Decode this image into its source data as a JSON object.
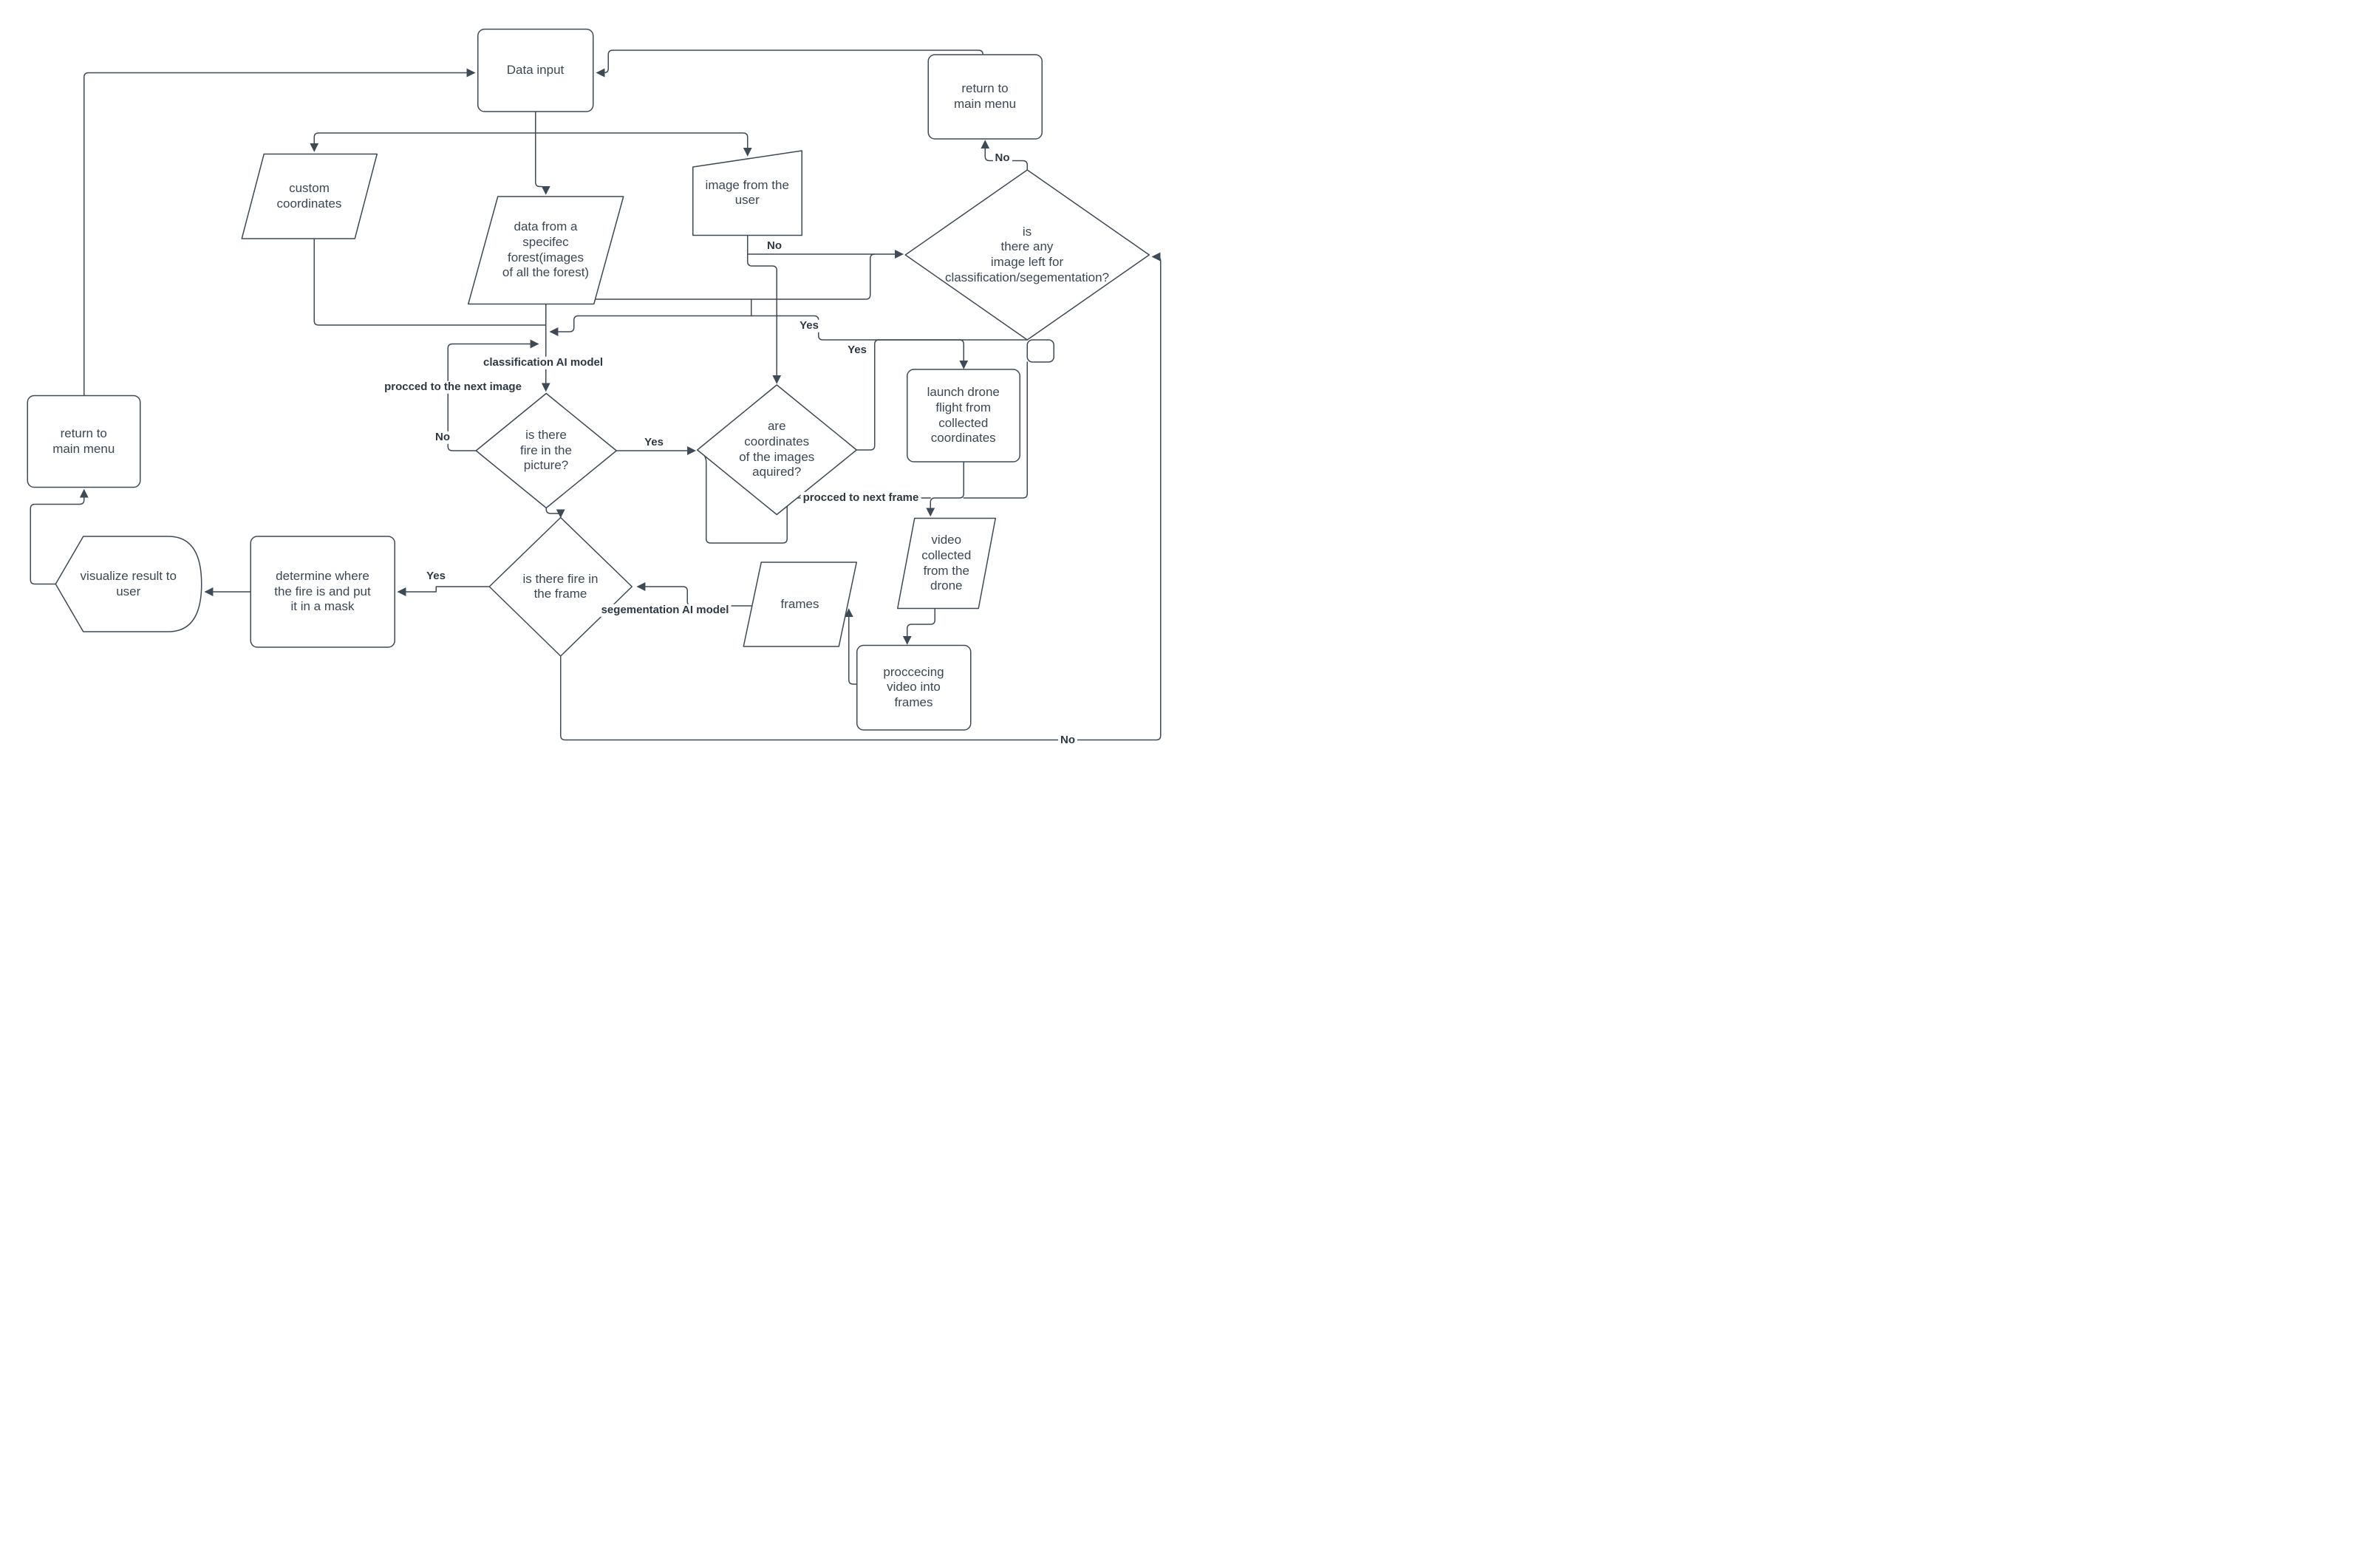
{
  "diagram": {
    "nodes": {
      "data_input": {
        "label": "Data input"
      },
      "custom_coordinates": {
        "label": "custom\ncoordinates"
      },
      "data_forest": {
        "label": "data from a\nspecifec\nforest(images\nof all the forest)"
      },
      "image_user": {
        "label": "image from the\nuser"
      },
      "return_top": {
        "label": "return to\nmain menu"
      },
      "big_question": {
        "label": "is\nthere any\nimage left for\nclassification/segementation?"
      },
      "fire_picture": {
        "label": "is there\nfire in the\npicture?"
      },
      "are_coordinates": {
        "label": "are\ncoordinates\nof the images\naquired?"
      },
      "launch_drone": {
        "label": "launch drone\nflight from\ncollected\ncoordinates"
      },
      "video_collected": {
        "label": "video\ncollected\nfrom the\ndrone"
      },
      "proccecing_video": {
        "label": "proccecing\nvideo into\nframes"
      },
      "frames": {
        "label": "frames"
      },
      "fire_frame": {
        "label": "is there fire in\nthe frame"
      },
      "determine_mask": {
        "label": "determine where\nthe fire is and put\nit in a mask"
      },
      "visualize_result": {
        "label": "visualize result to\nuser"
      },
      "return_left": {
        "label": "return to\nmain menu"
      }
    },
    "edge_labels": {
      "no_top": "No",
      "no_left": "No",
      "yes_classif": "Yes",
      "yes_launch": "Yes",
      "yes_picture": "Yes",
      "no_loop": "No",
      "yes_frame": "Yes",
      "no_bottom": "No",
      "classification": "classification AI model",
      "procced_image": "procced to the next image",
      "procced_frame": "procced to next frame",
      "segmentation": "segementation AI model"
    }
  }
}
